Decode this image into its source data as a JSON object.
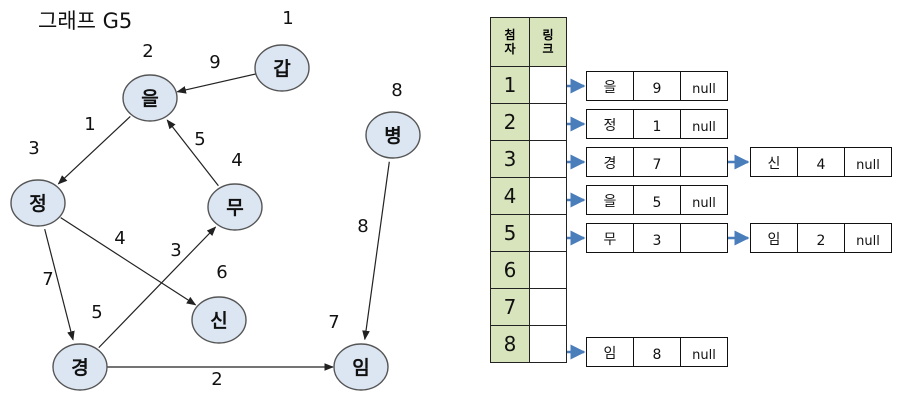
{
  "title": "그래프 G5",
  "graph": {
    "nodes": [
      {
        "id": "gap",
        "label": "갑",
        "index": "1"
      },
      {
        "id": "eul",
        "label": "을",
        "index": "2"
      },
      {
        "id": "jeong",
        "label": "정",
        "index": "3"
      },
      {
        "id": "mu",
        "label": "무",
        "index": "4"
      },
      {
        "id": "sin",
        "label": "신",
        "index": "6"
      },
      {
        "id": "gyeong",
        "label": "경",
        "index": "5"
      },
      {
        "id": "byeong",
        "label": "병",
        "index": "8"
      },
      {
        "id": "im",
        "label": "임",
        "index": "7"
      }
    ],
    "edges": [
      {
        "from": "gap",
        "to": "eul",
        "weight": "9"
      },
      {
        "from": "eul",
        "to": "jeong",
        "weight": "1"
      },
      {
        "from": "mu",
        "to": "eul",
        "weight": "5"
      },
      {
        "from": "jeong",
        "to": "sin",
        "weight": "4"
      },
      {
        "from": "jeong",
        "to": "gyeong",
        "weight": "7"
      },
      {
        "from": "gyeong",
        "to": "mu",
        "weight": "3"
      },
      {
        "from": "gyeong",
        "to": "im",
        "weight": "2"
      },
      {
        "from": "byeong",
        "to": "im",
        "weight": "8"
      }
    ]
  },
  "table": {
    "header_index": [
      "첨",
      "자"
    ],
    "header_link": [
      "링",
      "크"
    ],
    "rows": [
      {
        "index": "1",
        "list": [
          {
            "v": "을",
            "w": "9"
          }
        ]
      },
      {
        "index": "2",
        "list": [
          {
            "v": "정",
            "w": "1"
          }
        ]
      },
      {
        "index": "3",
        "list": [
          {
            "v": "경",
            "w": "7"
          },
          {
            "v": "신",
            "w": "4"
          }
        ]
      },
      {
        "index": "4",
        "list": [
          {
            "v": "을",
            "w": "5"
          }
        ]
      },
      {
        "index": "5",
        "list": [
          {
            "v": "무",
            "w": "3"
          },
          {
            "v": "임",
            "w": "2"
          }
        ]
      },
      {
        "index": "6",
        "list": []
      },
      {
        "index": "7",
        "list": []
      },
      {
        "index": "8",
        "list": [
          {
            "v": "임",
            "w": "8"
          }
        ]
      }
    ],
    "null_text": "null"
  },
  "colors": {
    "node_fill": "#dce6f2",
    "index_fill": "#d8e4bc",
    "pointer": "#4a7ebb"
  }
}
